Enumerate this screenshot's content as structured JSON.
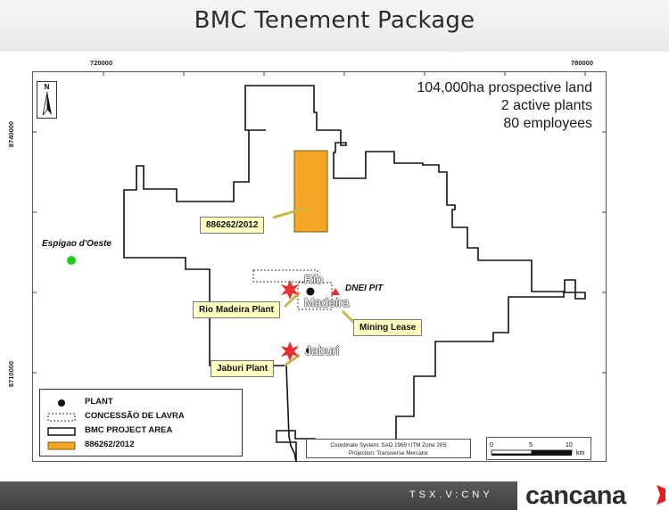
{
  "slide": {
    "title": "BMC Tenement Package"
  },
  "map": {
    "coords_top": [
      "720000",
      "780000"
    ],
    "coords_left": [
      "8740000",
      "8710000"
    ],
    "north_letter": "N",
    "stats": [
      "104,000ha prospective land",
      "2 active plants",
      "80 employees"
    ],
    "places": {
      "espigao": "Espigao d'Oeste",
      "dnei": "DNEI PIT",
      "rio_madeira_ghost_1": "Rio",
      "rio_madeira_ghost_2": "Madeira",
      "jaburi_ghost": "Jaburi"
    },
    "callouts": {
      "tenement": "886262/2012",
      "rio_madeira_plant": "Rio Madeira Plant",
      "mining_lease": "Mining Lease",
      "jaburi_plant": "Jaburi Plant"
    },
    "legend": [
      {
        "symbol": "black-dot",
        "label": "PLANT"
      },
      {
        "symbol": "dotted-box",
        "label": "CONCESSÃO DE LAVRA"
      },
      {
        "symbol": "outline-box",
        "label": "BMC PROJECT AREA"
      },
      {
        "symbol": "orange-box",
        "label": "886262/2012"
      }
    ],
    "coordinate_system": "Coordinate System: SAD 1969 UTM Zone 20S",
    "projection": "Projection: Transverse Mercator",
    "scale": {
      "ticks": [
        "0",
        "5",
        "10"
      ],
      "unit": "km"
    },
    "colors": {
      "tenement_fill": "#f5a623",
      "label_fill": "#ffffc0",
      "espigao_point": "#22cc22",
      "plant_star": "#e83030",
      "dnei_marker": "#e83030"
    }
  },
  "footer": {
    "ticker": "TSX.V:CNY",
    "logo": "cancana"
  }
}
